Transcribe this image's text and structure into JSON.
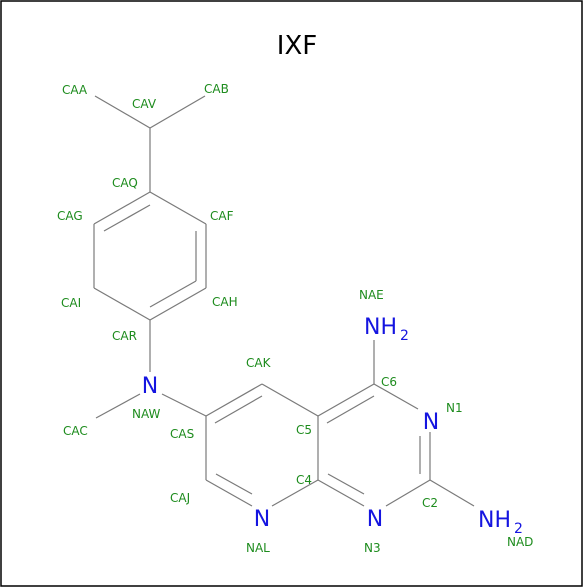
{
  "title": "IXF",
  "colors": {
    "carbon_label": "#1e8c1e",
    "hetero": "#1515e0",
    "bond": "#7a7a7a",
    "border": "#000000"
  },
  "atom_labels": {
    "CAA": "CAA",
    "CAB": "CAB",
    "CAV": "CAV",
    "CAQ": "CAQ",
    "CAG": "CAG",
    "CAF": "CAF",
    "CAI": "CAI",
    "CAH": "CAH",
    "CAR": "CAR",
    "NAW": "NAW",
    "CAC": "CAC",
    "CAK": "CAK",
    "CAS": "CAS",
    "CAJ": "CAJ",
    "NAL": "NAL",
    "C4": "C4",
    "C5": "C5",
    "C6": "C6",
    "NAE": "NAE",
    "N1": "N1",
    "C2": "C2",
    "N3": "N3",
    "NAD": "NAD"
  },
  "heteroatoms": {
    "N_NAW": "N",
    "N_NAL": "N",
    "N_N3": "N",
    "N_N1": "N",
    "NH_NAE": "NH",
    "sub_NAE": "2",
    "NH_NAD": "NH",
    "sub_NAD": "2"
  }
}
